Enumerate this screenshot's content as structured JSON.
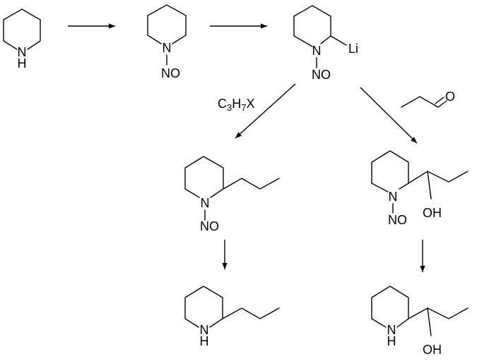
{
  "labels": {
    "nh": "N",
    "nh_h": "H",
    "n": "N",
    "no": "NO",
    "li": "Li",
    "o": "O",
    "oh": "OH"
  },
  "reagent_alkyl_halide": {
    "c": "C",
    "c_count": "3",
    "h": "H",
    "h_count": "7",
    "x": "X"
  },
  "colors": {
    "ink": "#000000",
    "background": "#ffffff"
  }
}
